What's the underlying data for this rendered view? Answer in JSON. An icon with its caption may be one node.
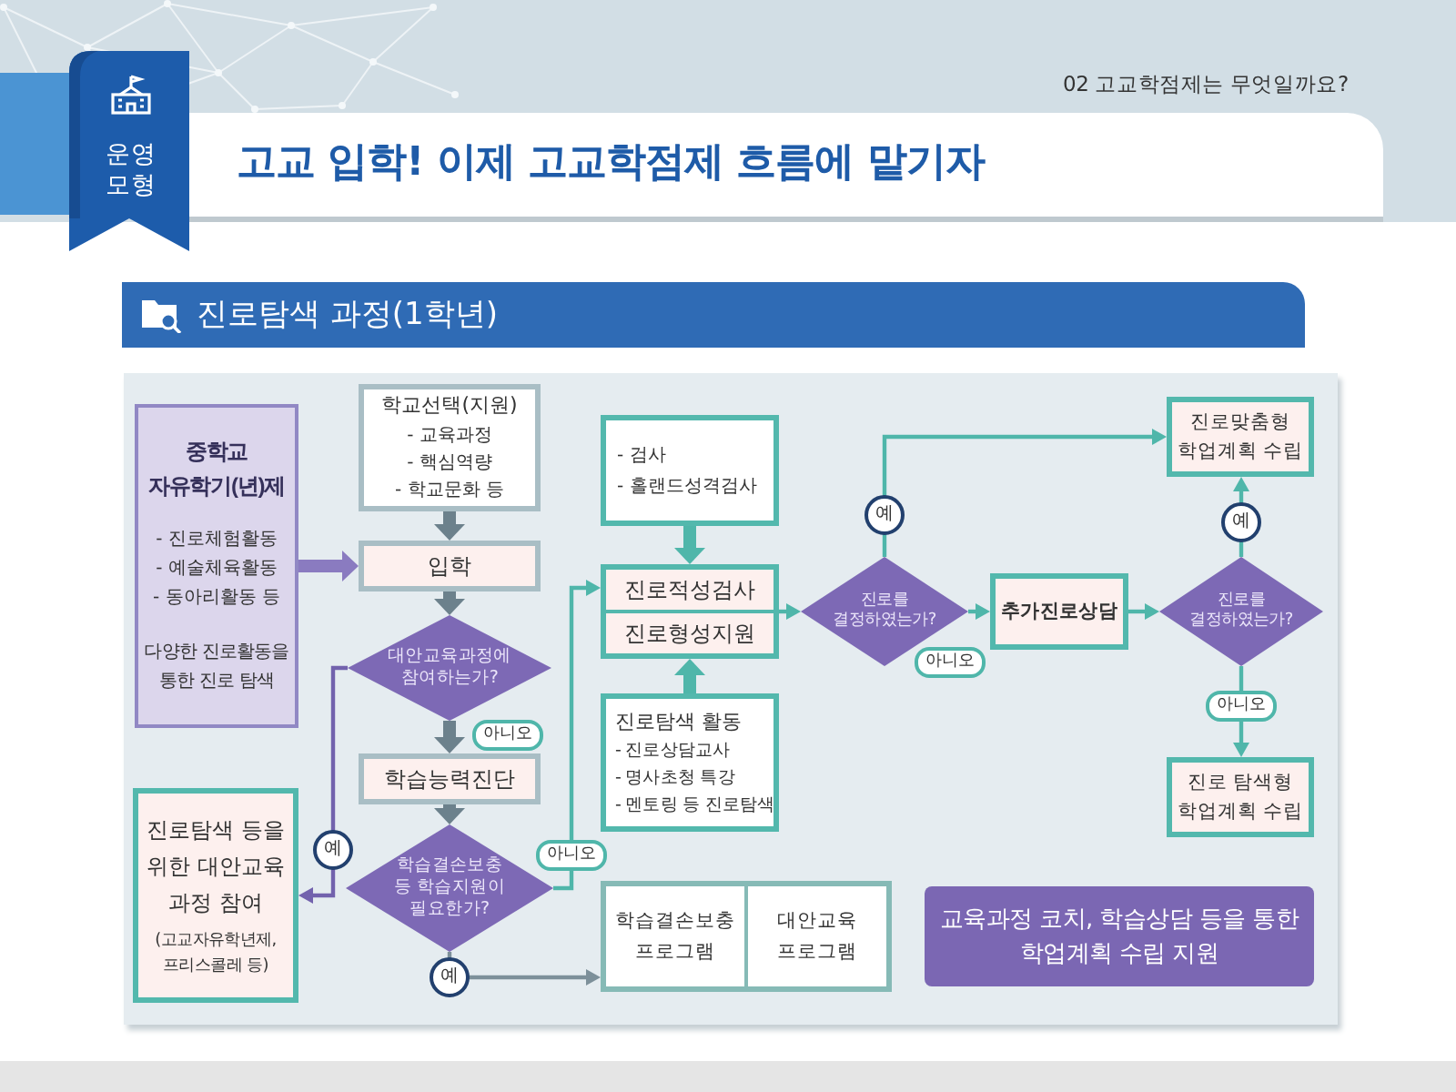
{
  "diagram": {
    "title": "고교 입학! 이제 고교학점제 흐름에 맡기자",
    "nodes": [
      {
        "text": [
          "중학교 자유학기(년)제",
          "- 진로체험활동",
          "- 예술체육활동",
          "- 동아리활동 등",
          "다양한 진로활동을 통한 진로 탐색"
        ]
      },
      {
        "text": [
          "학교선택(지원)",
          "- 교육과정",
          "- 핵심역량",
          "- 학교문화 등"
        ]
      },
      {
        "text": [
          "입학"
        ]
      },
      {
        "text": [
          "대안교육과정에 참여하는가?"
        ]
      },
      {
        "text": [
          "학습능력진단"
        ]
      },
      {
        "text": [
          "학습결손보충 등 학습지원이 필요한가?"
        ]
      },
      {
        "text": [
          "진로탐색 등을 위한 대안교육 과정 참여",
          "(고교자유학년제, 프리스콜레 등)"
        ]
      },
      {
        "text": [
          "- 검사",
          "- 홀랜드성격검사"
        ]
      },
      {
        "text": [
          "진로적성검사",
          "진로형성지원"
        ]
      },
      {
        "text": [
          "진로탐색 활동",
          "- 진로상담교사",
          "- 명사초청 특강",
          "- 멘토링 등 진로탐색"
        ]
      },
      {
        "text": [
          "학습결손보충 프로그램",
          "대안교육 프로그램"
        ]
      },
      {
        "text": [
          "진로를 결정하였는가?"
        ]
      },
      {
        "text": [
          "추가진로상담"
        ]
      },
      {
        "text": [
          "진로를 결정하였는가?"
        ]
      },
      {
        "text": [
          "진로맞춤형 학업계획 수립"
        ]
      },
      {
        "text": [
          "진로 탐색형 학업계획 수립"
        ]
      },
      {
        "text": [
          "교육과정 코치, 학습상담 등을 통한 학업계획 수립 지원"
        ]
      }
    ],
    "edges": [
      {
        "from": 0,
        "to": 2,
        "arrow": "to",
        "style": "thick",
        "color": "#8a7bc0"
      },
      {
        "from": 1,
        "to": 2,
        "arrow": "to",
        "style": "thick",
        "color": "#6c818c"
      },
      {
        "from": 2,
        "to": 3,
        "arrow": "to",
        "style": "thick",
        "color": "#6c818c"
      },
      {
        "from": 3,
        "to": 4,
        "arrow": "to",
        "label": "아니오",
        "style": "thick",
        "color": "#6c818c"
      },
      {
        "from": 3,
        "to": 6,
        "arrow": "to",
        "label": "예",
        "color": "#7262ad"
      },
      {
        "from": 4,
        "to": 5,
        "arrow": "to",
        "style": "thick",
        "color": "#6c818c"
      },
      {
        "from": 5,
        "to": 8,
        "arrow": "to",
        "label": "아니오"
      },
      {
        "from": 5,
        "to": 10,
        "arrow": "to",
        "label": "예",
        "color": "#7d909a"
      },
      {
        "from": 7,
        "to": 8,
        "arrow": "to",
        "style": "thick"
      },
      {
        "from": 9,
        "to": 8,
        "arrow": "to",
        "style": "thick"
      },
      {
        "from": 8,
        "to": 11,
        "arrow": "to"
      },
      {
        "from": 11,
        "to": 14,
        "arrow": "to",
        "label": "예"
      },
      {
        "from": 11,
        "to": 12,
        "arrow": "to",
        "label": "아니오"
      },
      {
        "from": 12,
        "to": 13,
        "arrow": "to"
      },
      {
        "from": 13,
        "to": 14,
        "arrow": "to",
        "label": "예"
      },
      {
        "from": 13,
        "to": 15,
        "arrow": "to",
        "label": "아니오"
      }
    ],
    "labels": [
      "02 고교학점제는 무엇일까요?",
      "운영 모형",
      "진로탐색 과정(1학년)"
    ]
  }
}
